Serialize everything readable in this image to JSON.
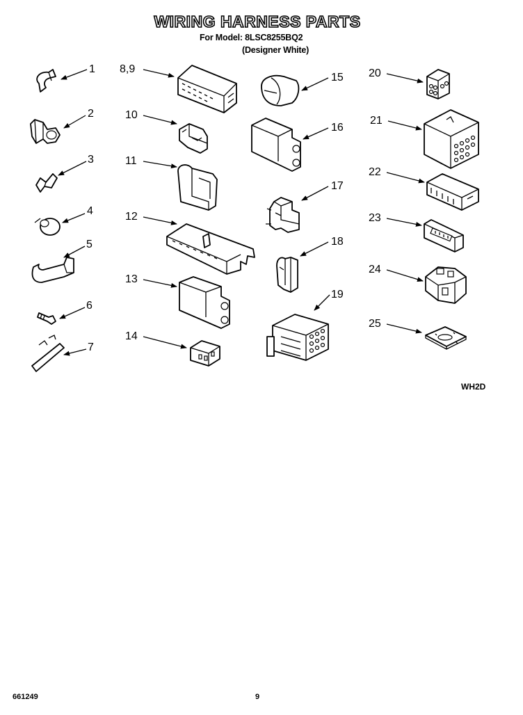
{
  "header": {
    "title": "WIRING HARNESS PARTS",
    "model_line": "For Model: 8LSC8255BQ2",
    "color_line": "(Designer White)"
  },
  "diagram_code": "WH2D",
  "footer": {
    "doc_number": "661249",
    "page_number": "9"
  },
  "callouts": {
    "c1": "1",
    "c2": "2",
    "c3": "3",
    "c4": "4",
    "c5": "5",
    "c6": "6",
    "c7": "7",
    "c89": "8,9",
    "c10": "10",
    "c11": "11",
    "c12": "12",
    "c13": "13",
    "c14": "14",
    "c15": "15",
    "c16": "16",
    "c17": "17",
    "c18": "18",
    "c19": "19",
    "c20": "20",
    "c21": "21",
    "c22": "22",
    "c23": "23",
    "c24": "24",
    "c25": "25"
  }
}
